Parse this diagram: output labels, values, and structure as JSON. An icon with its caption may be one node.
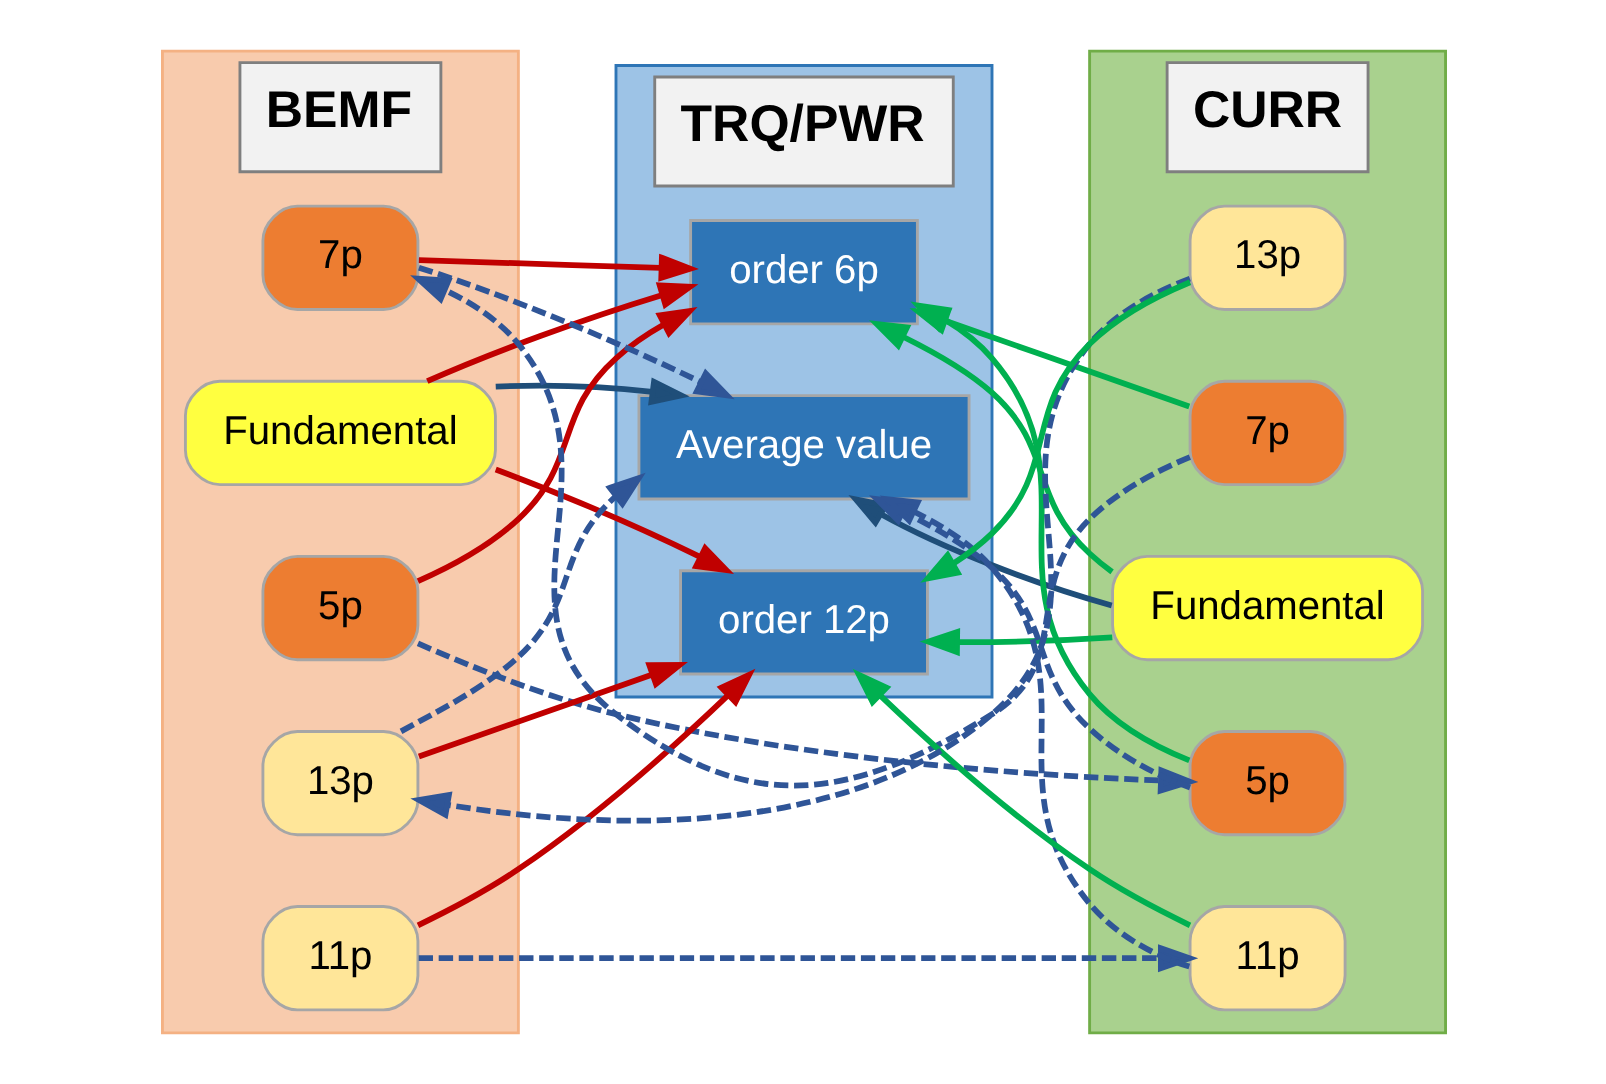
{
  "diagram": {
    "nodes": [
      {
        "text": [
          "BEMF"
        ]
      },
      {
        "text": [
          "TRQ/PWR"
        ]
      },
      {
        "text": [
          "CURR"
        ]
      },
      {
        "text": [
          "Fundamental"
        ],
        "in": 0
      },
      {
        "text": [
          "Average value"
        ],
        "in": 1
      },
      {
        "text": [
          "Fundamental"
        ],
        "in": 2
      },
      {
        "text": [
          "5p"
        ],
        "in": 0
      },
      {
        "text": [
          "order 6p"
        ],
        "in": 1
      },
      {
        "text": [
          "5p"
        ],
        "in": 2
      },
      {
        "text": [
          "7p"
        ],
        "in": 0
      },
      {
        "text": [
          "7p"
        ],
        "in": 2
      },
      {
        "text": [
          "11p"
        ],
        "in": 0
      },
      {
        "text": [
          "order 12p"
        ],
        "in": 1
      },
      {
        "text": [
          "11p"
        ],
        "in": 2
      },
      {
        "text": [
          "13p"
        ],
        "in": 0
      },
      {
        "text": [
          "13p"
        ],
        "in": 2
      }
    ],
    "edges": [
      {
        "from": 3,
        "to": 4,
        "arrow": "to",
        "color": "#1f4e79"
      },
      {
        "from": 5,
        "to": 4,
        "arrow": "to",
        "color": "#1f4e79"
      },
      {
        "from": 3,
        "to": 7,
        "arrow": "to",
        "color": "#c00000"
      },
      {
        "from": 3,
        "to": 12,
        "arrow": "to",
        "color": "#c00000"
      },
      {
        "from": 5,
        "to": 7,
        "arrow": "to",
        "color": "#00b050"
      },
      {
        "from": 5,
        "to": 12,
        "arrow": "to",
        "color": "#00b050"
      },
      {
        "from": 6,
        "to": 7,
        "arrow": "to",
        "color": "#c00000"
      },
      {
        "from": 9,
        "to": 7,
        "arrow": "to",
        "color": "#c00000"
      },
      {
        "from": 8,
        "to": 7,
        "arrow": "to",
        "color": "#00b050"
      },
      {
        "from": 10,
        "to": 7,
        "arrow": "to",
        "color": "#00b050"
      },
      {
        "from": 11,
        "to": 12,
        "arrow": "to",
        "color": "#c00000"
      },
      {
        "from": 14,
        "to": 12,
        "arrow": "to",
        "color": "#c00000"
      },
      {
        "from": 13,
        "to": 12,
        "arrow": "to",
        "color": "#00b050"
      },
      {
        "from": 15,
        "to": 12,
        "arrow": "to",
        "color": "#00b050"
      },
      {
        "from": 6,
        "to": 8,
        "arrow": "to",
        "style": "dashed",
        "color": "#2f5597"
      },
      {
        "from": 10,
        "to": 9,
        "arrow": "to",
        "style": "dashed",
        "color": "#2f5597"
      },
      {
        "from": 11,
        "to": 13,
        "arrow": "to",
        "style": "dashed",
        "color": "#2f5597"
      },
      {
        "from": 15,
        "to": 14,
        "arrow": "to",
        "style": "dashed",
        "color": "#2f5597"
      },
      {
        "from": 9,
        "to": 4,
        "arrow": "to",
        "style": "dashed",
        "color": "#2f5597"
      },
      {
        "from": 14,
        "to": 4,
        "arrow": "to",
        "style": "dashed",
        "color": "#2f5597"
      },
      {
        "from": 8,
        "to": 4,
        "arrow": "to",
        "style": "dashed",
        "color": "#2f5597"
      },
      {
        "from": 13,
        "to": 4,
        "arrow": "to",
        "style": "dashed",
        "color": "#2f5597"
      }
    ]
  }
}
